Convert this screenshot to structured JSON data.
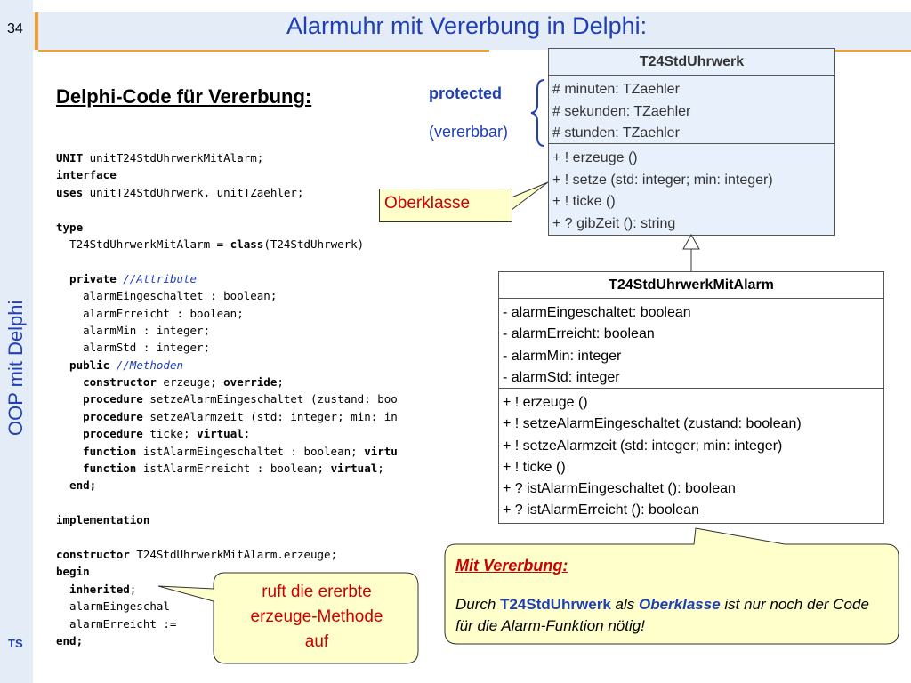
{
  "slide": {
    "number": "34",
    "title": "Alarmuhr mit Vererbung in Delphi:",
    "side_title": "OOP mit Delphi",
    "author": "TS",
    "section_heading": "Delphi-Code für Vererbung:"
  },
  "labels": {
    "protected": "protected",
    "vererbbar": "(vererbbar)",
    "oberklasse": "Oberklasse"
  },
  "code": {
    "l1_kw": "UNIT",
    "l1_rest": " unitT24StdUhrwerkMitAlarm;",
    "l2_kw": "interface",
    "l3_kw": "uses",
    "l3_rest": " unitT24StdUhrwerk, unitTZaehler;",
    "l5_kw": "type",
    "l6_a": "  T24StdUhrwerkMitAlarm = ",
    "l6_kw": "class",
    "l6_b": "(T24StdUhrwerk)",
    "l8_kw": "  private",
    "l8_cm": " //Attribute",
    "l9": "    alarmEingeschaltet : boolean;",
    "l10": "    alarmErreicht : boolean;",
    "l11": "    alarmMin : integer;",
    "l12": "    alarmStd : integer;",
    "l13_kw": "  public",
    "l13_cm": " //Methoden",
    "l14_kw": "    constructor",
    "l14_rest": " erzeuge; ",
    "l14_kw2": "override",
    "l14_end": ";",
    "l15_kw": "    procedure",
    "l15_rest": " setzeAlarmEingeschaltet (zustand: boo",
    "l16_kw": "    procedure",
    "l16_rest": " setzeAlarmzeit (std: integer; min: in",
    "l17_kw": "    procedure",
    "l17_rest": " ticke; ",
    "l17_kw2": "virtual",
    "l17_end": ";",
    "l18_kw": "    function",
    "l18_rest": " istAlarmEingeschaltet : boolean; ",
    "l18_kw2": "virtu",
    "l19_kw": "    function",
    "l19_rest": " istAlarmErreicht : boolean; ",
    "l19_kw2": "virtual",
    "l19_end": ";",
    "l20_kw": "  end;",
    "l22_kw": "implementation",
    "l24_kw": "constructor",
    "l24_rest": " T24StdUhrwerkMitAlarm.erzeuge;",
    "l25_kw": "begin",
    "l26_kw": "  inherited",
    "l26_end": ";",
    "l27": "  alarmEingeschal",
    "l28": "  alarmErreicht :=",
    "l29_kw": "end;"
  },
  "uml_base": {
    "name": "T24StdUhrwerk",
    "attributes": [
      "# minuten: TZaehler",
      "# sekunden: TZaehler",
      "# stunden: TZaehler"
    ],
    "methods": [
      "+ ! erzeuge ()",
      "+ ! setze (std: integer; min: integer)",
      "+ ! ticke ()",
      "+ ? gibZeit (): string"
    ]
  },
  "uml_derived": {
    "name": "T24StdUhrwerkMitAlarm",
    "attributes": [
      "- alarmEingeschaltet: boolean",
      "- alarmErreicht: boolean",
      "- alarmMin: integer",
      "- alarmStd: integer"
    ],
    "methods": [
      "+ ! erzeuge ()",
      "+ ! setzeAlarmEingeschaltet (zustand: boolean)",
      "+ ! setzeAlarmzeit (std: integer; min: integer)",
      "+ ! ticke ()",
      "+ ? istAlarmEingeschaltet (): boolean",
      "+ ? istAlarmErreicht (): boolean"
    ]
  },
  "note": {
    "title": "Mit Vererbung:",
    "t1": "Durch ",
    "t2": "T24StdUhrwerk",
    "t3": " als ",
    "t4": "Oberklasse",
    "t5": " ist nur noch der Code für die Alarm-Funktion nötig!"
  },
  "callout": {
    "line1": "ruft die ererbte",
    "line2": "erzeuge-Methode",
    "line3": "auf"
  },
  "colors": {
    "accent_blue": "#1f3fb5",
    "accent_red": "#cc0000",
    "orange": "#f0a030",
    "note_bg": "#ffffcc",
    "header_bg": "#e4ecf8"
  }
}
